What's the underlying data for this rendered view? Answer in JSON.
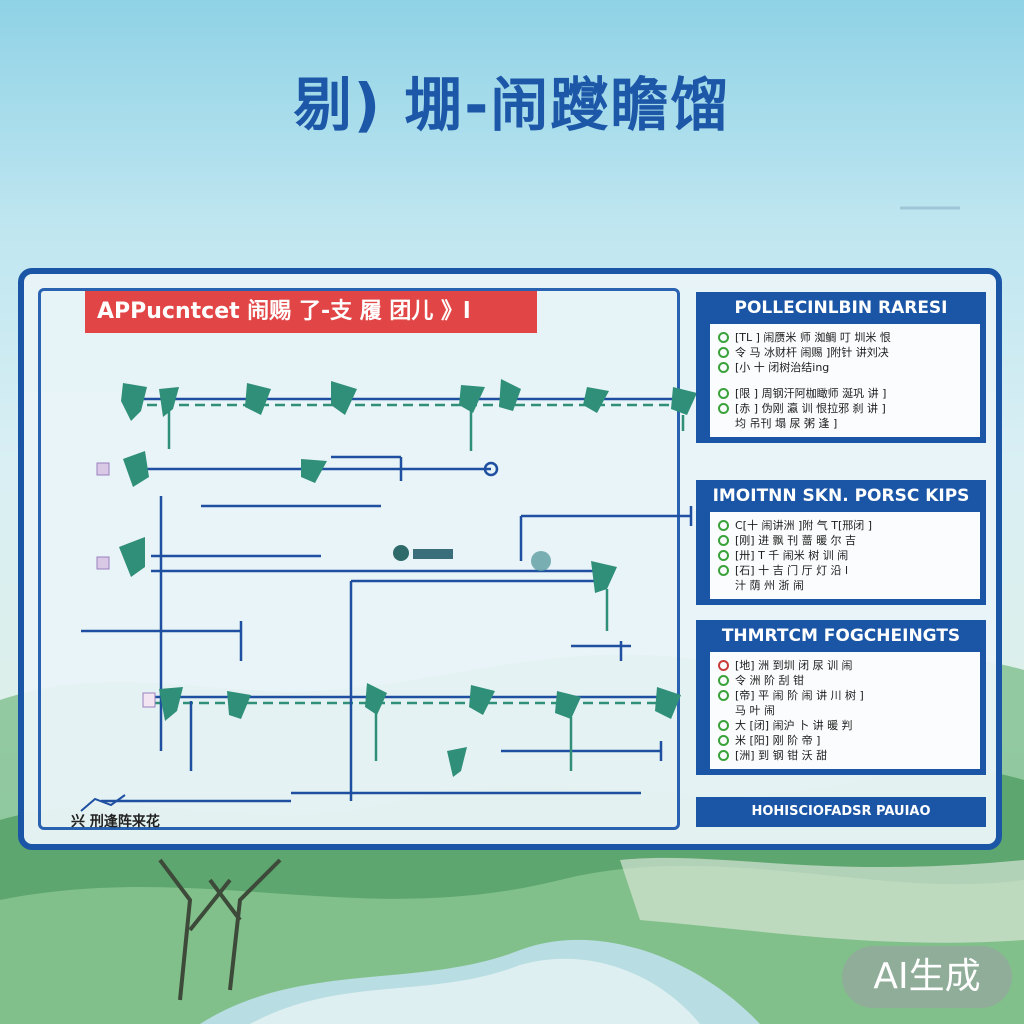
{
  "title": "剔) 堋-闹躞瞻馏",
  "board": {
    "header": "APPucntcet 闹赐 了-支 履 团儿 》l",
    "footer_label": "兴 刑逢阵来花"
  },
  "side_panels": [
    {
      "title": "POLLECINLBIN RARESI",
      "rows": [
        {
          "dot": "green",
          "text": "[TL  ]  闹赝米  师 洳鲷 叮  圳米  恨"
        },
        {
          "dot": "green",
          "text": "令   马 冰财杆  闹赐 ]附针 讲刘决"
        },
        {
          "dot": "green",
          "text": "[小   十  闭树治结ing"
        },
        {
          "dot": "none",
          "text": ""
        },
        {
          "dot": "green",
          "text": "[限  ]  周钢汗阿枷瞰师 涎巩 讲 ]"
        },
        {
          "dot": "green",
          "text": "[赤  ]  伪刚  瀛 训 恨拉邪 刹 讲 ]"
        },
        {
          "dot": "none",
          "text": "            均 吊刊 塌 尿 粥 逢 ]"
        }
      ]
    },
    {
      "title": "IMOITNN SKN. PORSC KIPS",
      "rows": [
        {
          "dot": "green",
          "text": "C[十  闹讲洲 ]附 气 T[邢闭 ]"
        },
        {
          "dot": "green",
          "text": "[刚]  进 飘  刊 蔷 暖  尔 吉"
        },
        {
          "dot": "green",
          "text": "[卅]  T  千 闹米 树 训 闹"
        },
        {
          "dot": "green",
          "text": "[石]  十 吉 门 厅 灯 沿  l"
        },
        {
          "dot": "none",
          "text": "            汁 荫 州 浙  闹"
        }
      ]
    },
    {
      "title": "THMRTCM FOGCHEINGTS",
      "rows": [
        {
          "dot": "red",
          "text": "[地]  洲  到圳 闭  尿 训 闹"
        },
        {
          "dot": "green",
          "text": "令   洲  阶 刮 钳"
        },
        {
          "dot": "green",
          "text": "[帝]  平  闹 阶 闹 讲 川 树 ]"
        },
        {
          "dot": "none",
          "text": "              马 叶 闹"
        },
        {
          "dot": "green",
          "text": "大 [闭]  闹沪 卜 讲 暖 判"
        },
        {
          "dot": "green",
          "text": "米 [阳]  刚 阶 帝 ]"
        },
        {
          "dot": "green",
          "text": "[洲]  到 钢 钳 沃  甜"
        }
      ]
    }
  ],
  "side_footer": "HOHISCIOFADSR PAUIAO",
  "badge": "AI生成",
  "colors": {
    "frame": "#1b56a6",
    "header_red": "#e24545",
    "node_green": "#2f8f78",
    "line_blue": "#1f4fa0"
  }
}
